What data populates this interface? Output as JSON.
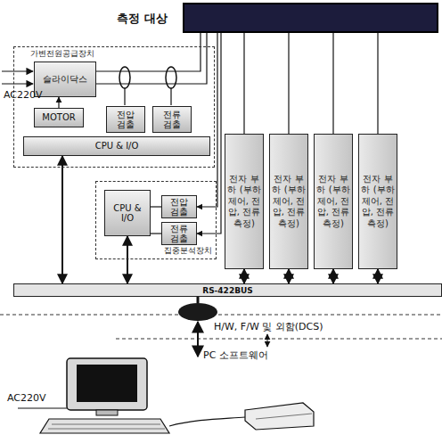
{
  "diagram": {
    "nodes": [
      {
        "text": [
          "측정 대상"
        ]
      },
      {
        "text": [
          "가변전원공급장치"
        ]
      },
      {
        "text": [
          "슬라이닥스"
        ],
        "in": 1
      },
      {
        "text": [
          "MOTOR"
        ],
        "in": 1
      },
      {
        "text": [
          "전압 검출"
        ],
        "in": 1
      },
      {
        "text": [
          "전류 검출"
        ],
        "in": 1
      },
      {
        "text": [
          "CPU & I/O"
        ],
        "in": 1
      },
      {
        "text": [
          "집중분석장치"
        ]
      },
      {
        "text": [
          "CPU & I/O"
        ],
        "in": 7
      },
      {
        "text": [
          "전압 검출"
        ],
        "in": 7
      },
      {
        "text": [
          "전류 검출"
        ],
        "in": 7
      },
      {
        "text": [
          "전자 부하 (부하 제어, 전압, 전류 측정)"
        ]
      },
      {
        "text": [
          "전자 부하 (부하 제어, 전압, 전류 측정)"
        ]
      },
      {
        "text": [
          "전자 부하 (부하 제어, 전압, 전류 측정)"
        ]
      },
      {
        "text": [
          "전자 부하 (부하 제어, 전압, 전류 측정)"
        ]
      },
      {
        "text": [
          "RS-422BUS"
        ]
      }
    ],
    "edges": [
      {
        "from": 2,
        "to": 0,
        "arrow": "none"
      },
      {
        "from": 0,
        "to": 11,
        "arrow": "none"
      },
      {
        "from": 0,
        "to": 12,
        "arrow": "none"
      },
      {
        "from": 0,
        "to": 13,
        "arrow": "none"
      },
      {
        "from": 0,
        "to": 14,
        "arrow": "none"
      },
      {
        "from": 0,
        "to": 9,
        "arrow": "to"
      },
      {
        "from": 0,
        "to": 10,
        "arrow": "to"
      },
      {
        "from": 3,
        "to": 2,
        "arrow": "to"
      },
      {
        "from": 9,
        "to": 8,
        "arrow": "none"
      },
      {
        "from": 10,
        "to": 8,
        "arrow": "none"
      },
      {
        "from": 6,
        "to": 15,
        "arrow": "both"
      },
      {
        "from": 8,
        "to": 15,
        "arrow": "both"
      },
      {
        "from": 11,
        "to": 15,
        "arrow": "both"
      },
      {
        "from": 12,
        "to": 15,
        "arrow": "both"
      },
      {
        "from": 13,
        "to": 15,
        "arrow": "both"
      },
      {
        "from": 14,
        "to": 15,
        "arrow": "both"
      }
    ],
    "labels": [
      "AC220V",
      "H/W, F/W 및 외함(DCS)",
      "PC 소프트웨어",
      "AC220V"
    ]
  }
}
